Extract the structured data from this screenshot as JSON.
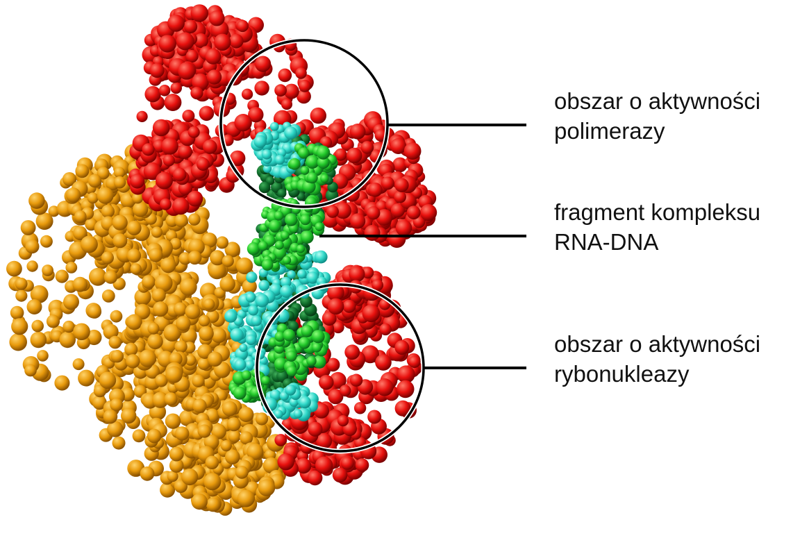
{
  "labels": {
    "polymerase": {
      "line1": "obszar o aktywności",
      "line2": "polimerazy"
    },
    "complex": {
      "line1": "fragment kompleksu",
      "line2": "RNA-DNA"
    },
    "ribonuclease": {
      "line1": "obszar o aktywności",
      "line2": "rybonukleazy"
    }
  },
  "colors": {
    "orange_domain": "#e89a0c",
    "red_domain": "#e8110e",
    "dna_green": "#22c82a",
    "dna_dark_green": "#0f6a2a",
    "rna_cyan": "#2fd8c8",
    "lines": "#000000"
  }
}
